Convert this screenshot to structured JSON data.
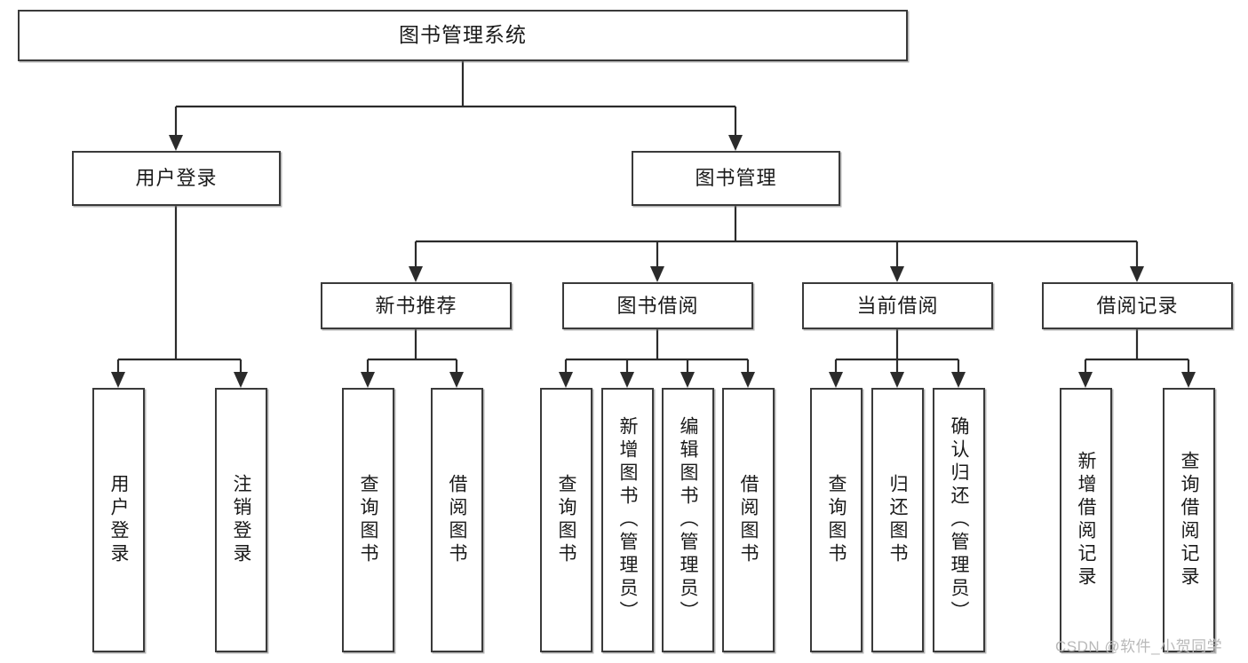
{
  "diagram": {
    "type": "tree",
    "title": "图书管理系统",
    "watermark": "CSDN @软件_小贺同学",
    "root": {
      "id": "root",
      "label": "图书管理系统",
      "orientation": "horizontal"
    },
    "level2": [
      {
        "id": "user-login",
        "label": "用户登录",
        "orientation": "horizontal"
      },
      {
        "id": "book-manage",
        "label": "图书管理",
        "orientation": "horizontal"
      }
    ],
    "level3": [
      {
        "id": "new-book-recommend",
        "label": "新书推荐",
        "orientation": "horizontal",
        "parent": "book-manage"
      },
      {
        "id": "book-borrow",
        "label": "图书借阅",
        "orientation": "horizontal",
        "parent": "book-manage"
      },
      {
        "id": "current-borrow",
        "label": "当前借阅",
        "orientation": "horizontal",
        "parent": "book-manage"
      },
      {
        "id": "borrow-record",
        "label": "借阅记录",
        "orientation": "horizontal",
        "parent": "book-manage"
      }
    ],
    "leaves": {
      "user_login": [
        {
          "id": "leaf-user-login",
          "label": "用户登录"
        },
        {
          "id": "leaf-logout",
          "label": "注销登录"
        }
      ],
      "new_book_recommend": [
        {
          "id": "leaf-query-book-1",
          "label": "查询图书"
        },
        {
          "id": "leaf-borrow-book-1",
          "label": "借阅图书"
        }
      ],
      "book_borrow": [
        {
          "id": "leaf-query-book-2",
          "label": "查询图书"
        },
        {
          "id": "leaf-add-book",
          "label": "新增图书（管理员）"
        },
        {
          "id": "leaf-edit-book",
          "label": "编辑图书（管理员）"
        },
        {
          "id": "leaf-borrow-book-2",
          "label": "借阅图书"
        }
      ],
      "current_borrow": [
        {
          "id": "leaf-query-book-3",
          "label": "查询图书"
        },
        {
          "id": "leaf-return-book",
          "label": "归还图书"
        },
        {
          "id": "leaf-confirm-return",
          "label": "确认归还（管理员）"
        }
      ],
      "borrow_record": [
        {
          "id": "leaf-add-record",
          "label": "新增借阅记录"
        },
        {
          "id": "leaf-query-record",
          "label": "查询借阅记录"
        }
      ]
    },
    "colors": {
      "box_border": "#3a3a3a",
      "connector": "#2b2b2b",
      "text": "#1a1a1a",
      "background": "#ffffff",
      "watermark": "#b9b9b9"
    }
  }
}
